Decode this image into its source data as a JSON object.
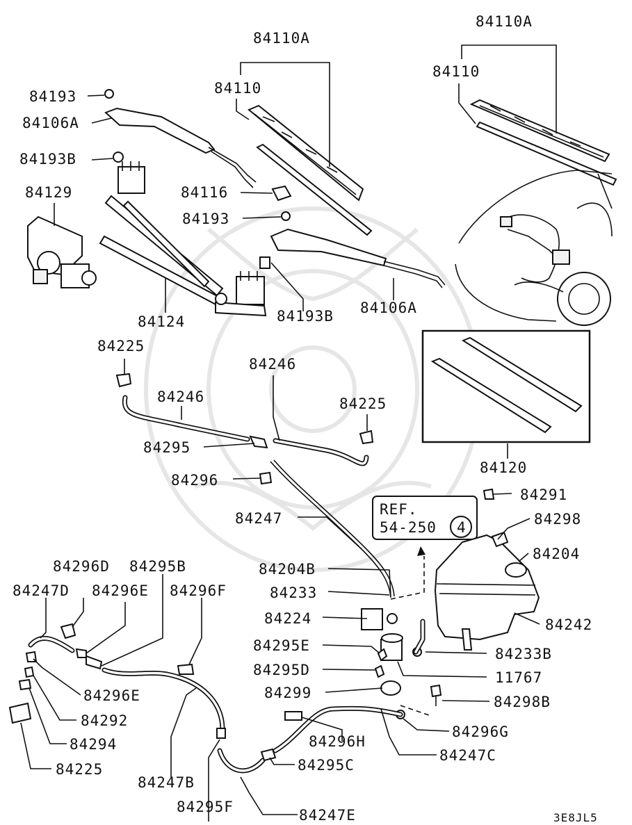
{
  "diagram": {
    "code": "3E8JL5",
    "reference": {
      "line1": "REF.",
      "line2": "54-250",
      "circled": "4"
    },
    "labels": {
      "p84110A_center": "84110A",
      "p84110_center": "84110",
      "p84110A_right": "84110A",
      "p84110_right": "84110",
      "p84193_top": "84193",
      "p84106A_left": "84106A",
      "p84193B_left": "84193B",
      "p84129": "84129",
      "p84116": "84116",
      "p84193_mid": "84193",
      "p84124": "84124",
      "p84193B_mid": "84193B",
      "p84106A_right": "84106A",
      "p84225_top": "84225",
      "p84246_left": "84246",
      "p84246_center": "84246",
      "p84225_right": "84225",
      "p84295": "84295",
      "p84296": "84296",
      "p84120": "84120",
      "p84291": "84291",
      "p84247": "84247",
      "p84298": "84298",
      "p84204": "84204",
      "p84204B": "84204B",
      "p84233": "84233",
      "p84224": "84224",
      "p84242": "84242",
      "p84296D": "84296D",
      "p84295B": "84295B",
      "p84247D": "84247D",
      "p84296E_top": "84296E",
      "p84296F": "84296F",
      "p84295E": "84295E",
      "p84233B": "84233B",
      "p84295D": "84295D",
      "p11767": "11767",
      "p84299": "84299",
      "p84298B": "84298B",
      "p84296E_bottom": "84296E",
      "p84292": "84292",
      "p84296G": "84296G",
      "p84294": "84294",
      "p84296H": "84296H",
      "p84247C": "84247C",
      "p84225_bottom": "84225",
      "p84295C": "84295C",
      "p84247B": "84247B",
      "p84247E": "84247E",
      "p84295F": "84295F"
    }
  }
}
